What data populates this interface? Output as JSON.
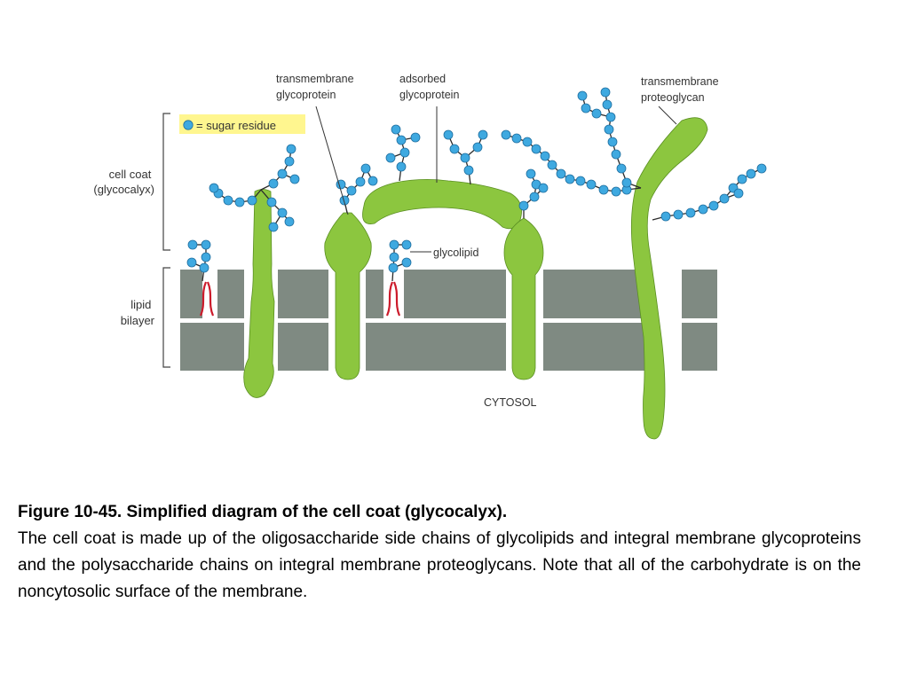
{
  "diagram": {
    "labels": {
      "transmembrane_glycoprotein": [
        "transmembrane",
        "glycoprotein"
      ],
      "adsorbed_glycoprotein": [
        "adsorbed",
        "glycoprotein"
      ],
      "transmembrane_proteoglycan": [
        "transmembrane",
        "proteoglycan"
      ],
      "sugar_residue_key": "= sugar residue",
      "cell_coat": [
        "cell coat",
        "(glycocalyx)"
      ],
      "lipid_bilayer": [
        "lipid",
        "bilayer"
      ],
      "glycolipid": "glycolipid",
      "cytosol": "CYTOSOL"
    },
    "colors": {
      "protein": "#8cc63f",
      "protein_outline": "#5a8f22",
      "sugar": "#3fa9e0",
      "sugar_outline": "#1f6fa0",
      "bilayer": "#7f8a82",
      "lipid_tail": "#cc1b2b",
      "key_highlight": "#fff68f",
      "bracket": "#444444"
    }
  },
  "caption": {
    "title": "Figure 10-45. Simplified diagram of the cell coat (glycocalyx).",
    "body": "The cell coat is made up of the oligosaccharide side chains of glycolipids and integral membrane glycoproteins and the polysaccharide chains on integral membrane proteoglycans. Note that all of the carbohydrate is on the noncytosolic surface of the membrane."
  }
}
